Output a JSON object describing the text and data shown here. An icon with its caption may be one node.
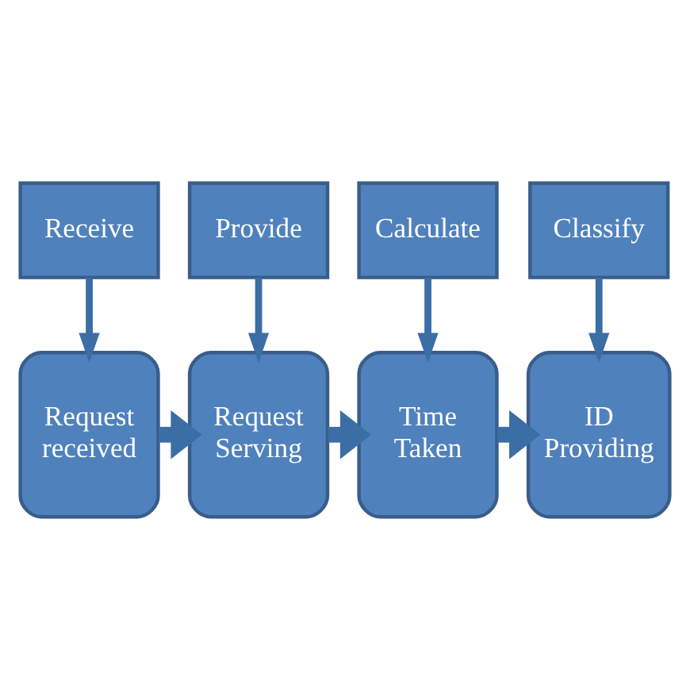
{
  "diagram": {
    "nodes": [
      {
        "text": [
          "Receive"
        ]
      },
      {
        "text": [
          "Provide"
        ]
      },
      {
        "text": [
          "Calculate"
        ]
      },
      {
        "text": [
          "Classify"
        ]
      },
      {
        "text": [
          "Request received"
        ]
      },
      {
        "text": [
          "Request Serving"
        ]
      },
      {
        "text": [
          "Time Taken"
        ]
      },
      {
        "text": [
          "ID Providing"
        ]
      }
    ],
    "edges": [
      {
        "from": 0,
        "to": 4,
        "arrow": "to"
      },
      {
        "from": 1,
        "to": 5,
        "arrow": "to"
      },
      {
        "from": 2,
        "to": 6,
        "arrow": "to"
      },
      {
        "from": 3,
        "to": 7,
        "arrow": "to"
      },
      {
        "from": 4,
        "to": 5,
        "arrow": "to",
        "style": "thick"
      },
      {
        "from": 5,
        "to": 6,
        "arrow": "to",
        "style": "thick"
      },
      {
        "from": 6,
        "to": 7,
        "arrow": "to",
        "style": "thick"
      }
    ]
  }
}
